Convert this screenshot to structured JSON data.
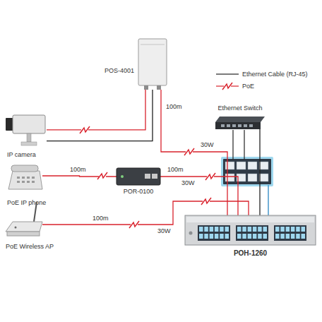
{
  "diagram": {
    "nodes": [
      {
        "text": [
          "IP camera"
        ]
      },
      {
        "text": [
          "POS-4001"
        ]
      },
      {
        "text": [
          "PoE IP phone"
        ]
      },
      {
        "text": [
          "POR-0100"
        ]
      },
      {
        "text": [
          "PoE Wireless AP"
        ]
      },
      {
        "text": [
          "Ethernet Switch"
        ]
      },
      {
        "text": [
          "POH-1260"
        ]
      }
    ],
    "edges": [
      {
        "from": 0,
        "to": 1,
        "arrow": "none"
      },
      {
        "from": 0,
        "to": 1,
        "arrow": "none"
      },
      {
        "from": 1,
        "to": 6,
        "label": "100m",
        "arrow": "none"
      },
      {
        "from": 2,
        "to": 3,
        "label": "100m",
        "arrow": "none"
      },
      {
        "from": 3,
        "to": 6,
        "label": "100m",
        "arrow": "none"
      },
      {
        "from": 4,
        "to": 6,
        "label": "100m",
        "arrow": "none"
      },
      {
        "from": 5,
        "to": 6,
        "arrow": "none"
      }
    ],
    "labels": [
      "30W",
      "30W",
      "30W"
    ],
    "legend": [
      {
        "text": "Ethernet Cable (RJ-45)"
      },
      {
        "text": "PoE"
      }
    ]
  }
}
